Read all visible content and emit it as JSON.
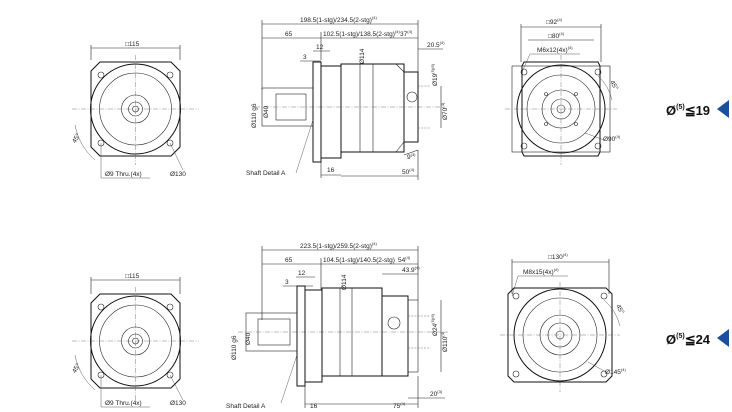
{
  "top": {
    "front_left": {
      "square_label": "□115",
      "thru_label": "Ø9 Thru.(4x)",
      "pcd_label": "Ø130",
      "angle_label": "45°"
    },
    "side": {
      "overall_length": "198.5(1-stg)/234.5(2-stg)",
      "overall_sup": "(4)",
      "flange_to_body": "65",
      "mid_length": "102.5(1-stg)/138.5(2-stg)",
      "mid_sup": "(4)",
      "len_37": "37",
      "len_37_sup": "(4)",
      "len_12": "12",
      "len_3": "3",
      "len_20_5": "20.5",
      "len_20_5_sup": "(4)",
      "dia_114": "Ø114",
      "dia_110": "Ø110 g6",
      "dia_40": "Ø40",
      "dia_19": "Ø19",
      "dia_19_sup": "(5)(6)",
      "dia_70": "Ø70",
      "dia_70_sup": "(4)",
      "len_9": "9",
      "len_9_sup": "(3)",
      "len_50": "50",
      "len_50_sup": "(4)",
      "len_16": "16",
      "shaft_detail": "Shaft Detail  A"
    },
    "front_right": {
      "square_92": "□92",
      "square_92_sup": "(4)",
      "square_80": "□80",
      "square_80_sup": "(4)",
      "thread_label": "M6x12(4x)",
      "thread_sup": "(4)",
      "angle_label": "45°",
      "dia_90": "Ø90",
      "dia_90_sup": "(4)"
    },
    "spec_prefix": "Ø",
    "spec_sup": "(5)",
    "spec_value": "≦19"
  },
  "bottom": {
    "front_left": {
      "square_label": "□115",
      "thru_label": "Ø9 Thru.(4x)",
      "pcd_label": "Ø130",
      "angle_label": "45°"
    },
    "side": {
      "overall_length": "223.5(1-stg)/259.5(2-stg)",
      "overall_sup": "(4)",
      "flange_to_body": "65",
      "mid_length": "104.5(1-stg)/140.5(2-stg)",
      "len_54": "54",
      "len_54_sup": "(4)",
      "len_12": "12",
      "len_3": "3",
      "len_43_9": "43.9",
      "len_43_9_sup": "(4)",
      "dia_114": "Ø114",
      "dia_110": "Ø110 g6",
      "dia_40": "Ø40",
      "dia_24": "Ø24",
      "dia_24_sup": "(5)(6)",
      "dia_110b": "Ø110",
      "dia_110b_sup": "(4)",
      "len_20": "20",
      "len_20_sup": "(3)",
      "len_75": "75",
      "len_75_sup": "(4)",
      "len_16": "16",
      "shaft_detail": "Shaft Detail  A"
    },
    "front_right": {
      "square_130": "□130",
      "square_130_sup": "(4)",
      "thread_label": "M8x15(4x)",
      "thread_sup": "(4)",
      "angle_label": "45°",
      "dia_145": "Ø145",
      "dia_145_sup": "(4)"
    },
    "spec_prefix": "Ø",
    "spec_sup": "(5)",
    "spec_value": "≦24"
  },
  "icons": {
    "arrow": "triangle-left"
  }
}
